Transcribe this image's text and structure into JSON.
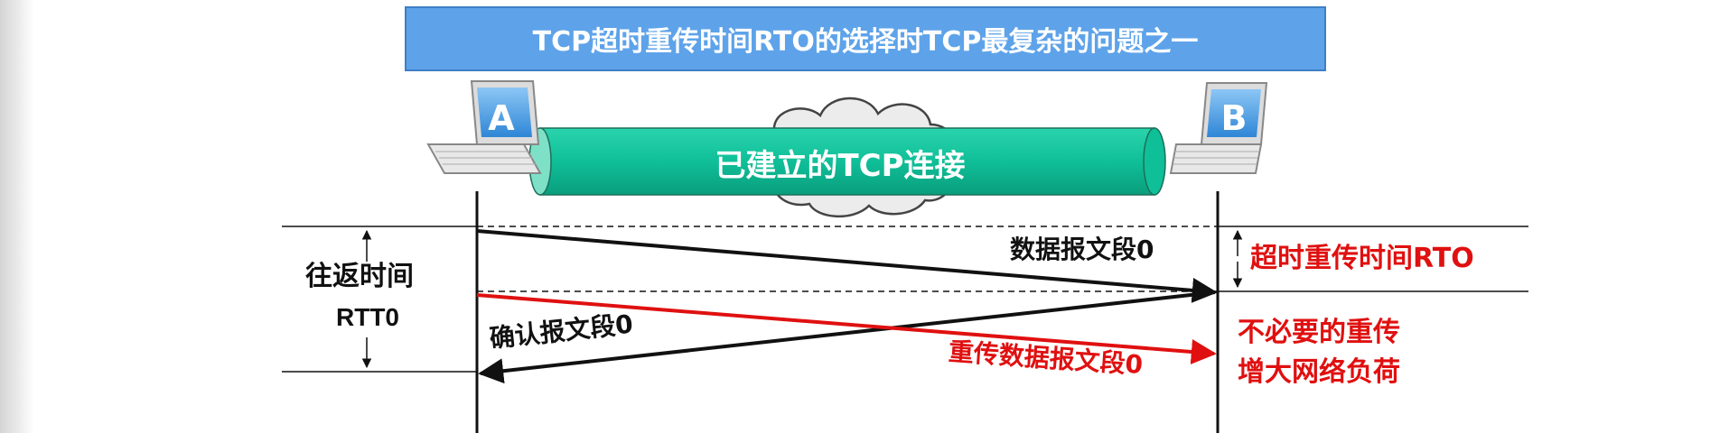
{
  "header": {
    "title": "TCP超时重传时间RTO的选择时TCP最复杂的问题之一"
  },
  "connection": {
    "label": "已建立的TCP连接"
  },
  "nodes": {
    "a": "A",
    "b": "B"
  },
  "messages": {
    "data_segment": "数据报文段0",
    "ack_segment": "确认报文段0",
    "retransmit_segment": "重传数据报文段0"
  },
  "annotations": {
    "rtt_line1": "往返时间",
    "rtt_line2": "RTT0",
    "rto": "超时重传时间RTO",
    "note_line1": "不必要的重传",
    "note_line2": "增大网络负荷"
  },
  "colors": {
    "title_bg": "#5ea3e9",
    "pipe": "#0fbf98",
    "retransmit": "#e01010",
    "normal": "#111111"
  }
}
